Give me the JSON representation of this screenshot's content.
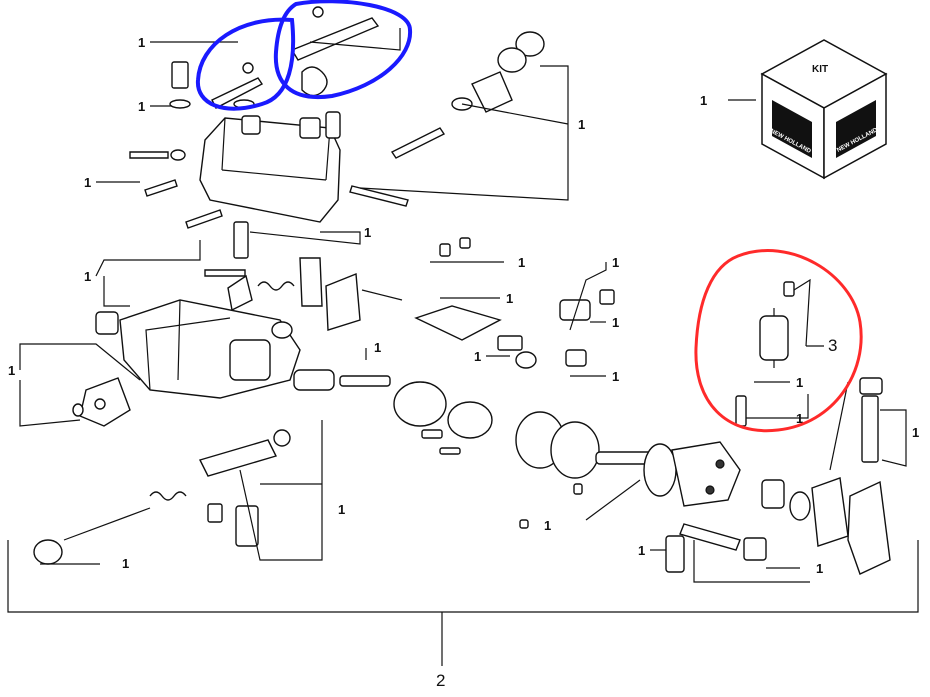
{
  "diagram": {
    "callout_one": "1",
    "callout_three": "3",
    "callout_two": "2",
    "kit_label": "KIT",
    "brand_text": "NEW HOLLAND",
    "markup_colors": {
      "blue": "#1a1aff",
      "red": "#ff2a2a"
    },
    "icons": [
      "exploded-pump-diagram",
      "kit-box-icon",
      "new-holland-logo-icon"
    ]
  }
}
